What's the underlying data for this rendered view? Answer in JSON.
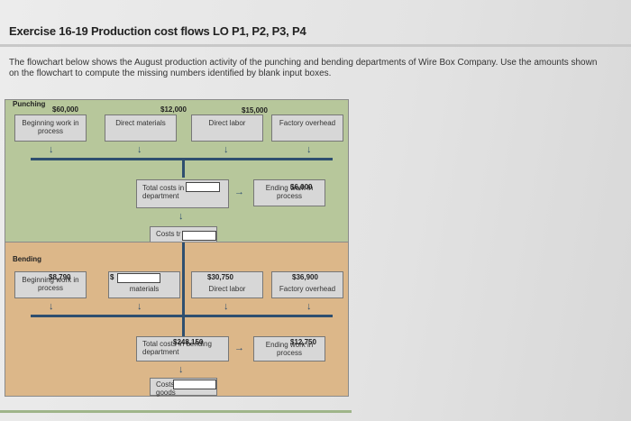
{
  "header": {
    "title": "Exercise 16-19 Production cost flows LO P1, P2, P3, P4",
    "description": "The flowchart below shows the August production activity of the punching and bending departments of Wire Box Company. Use the amounts shown on the flowchart to compute the missing numbers identified by blank input boxes."
  },
  "punching": {
    "section_label": "Punching",
    "bwip_amount": "$60,000",
    "dm_amount": "$12,000",
    "dl_amount": "$15,000",
    "bwip_box": "Beginning work in process",
    "dm_box": "Direct materials",
    "dl_box": "Direct labor",
    "foh_box": "Factory overhead",
    "total_costs_label": "Total costs in punching department",
    "ending_label": "Ending work in process",
    "ending_amount": "$6,000",
    "costs_transferred_label": "Costs tr to be"
  },
  "bending": {
    "section_label": "Bending",
    "bwip_box": "Beginning work in process",
    "bwip_amount": "$8,790",
    "dm_prefix": "$",
    "dm_box": "materials",
    "dl_amount": "$30,750",
    "dl_box": "Direct labor",
    "foh_amount": "$36,900",
    "foh_box": "Factory overhead",
    "total_costs_label": "Total costs in bending department",
    "total_amount": "$248,150",
    "ending_label": "Ending work in process",
    "ending_amount": "$12,750",
    "finished_label": "Costs tr to finished goods"
  },
  "colors": {
    "punching_bg": "#b7c79b",
    "bending_bg": "#dcb789",
    "flow_line": "#2f4f6f"
  }
}
